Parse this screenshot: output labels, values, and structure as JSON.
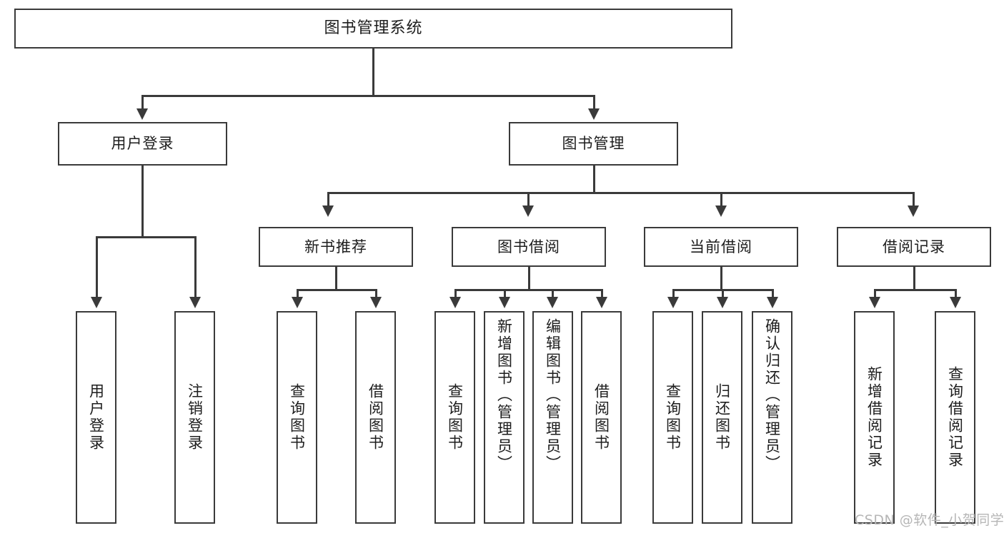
{
  "diagram": {
    "title": "图书管理系统",
    "type": "tree-hierarchy",
    "root": {
      "label": "图书管理系统"
    },
    "level1": [
      {
        "label": "用户登录"
      },
      {
        "label": "图书管理"
      }
    ],
    "level2": [
      {
        "label": "新书推荐"
      },
      {
        "label": "图书借阅"
      },
      {
        "label": "当前借阅"
      },
      {
        "label": "借阅记录"
      }
    ],
    "leaves": {
      "user_login": [
        {
          "label": "用户登录"
        },
        {
          "label": "注销登录"
        }
      ],
      "new_book_recommend": [
        {
          "label": "查询图书"
        },
        {
          "label": "借阅图书"
        }
      ],
      "book_borrow": [
        {
          "label": "查询图书"
        },
        {
          "label": "新增图书（管理员）"
        },
        {
          "label": "编辑图书（管理员）"
        },
        {
          "label": "借阅图书"
        }
      ],
      "current_borrow": [
        {
          "label": "查询图书"
        },
        {
          "label": "归还图书"
        },
        {
          "label": "确认归还（管理员）"
        }
      ],
      "borrow_record": [
        {
          "label": "新增借阅记录"
        },
        {
          "label": "查询借阅记录"
        }
      ]
    }
  },
  "watermark": {
    "text": "CSDN @软件_小贺同学"
  },
  "colors": {
    "stroke": "#3a3a3a",
    "text": "#1d1d1d",
    "background": "#ffffff",
    "watermark": "#b6b6b6"
  }
}
